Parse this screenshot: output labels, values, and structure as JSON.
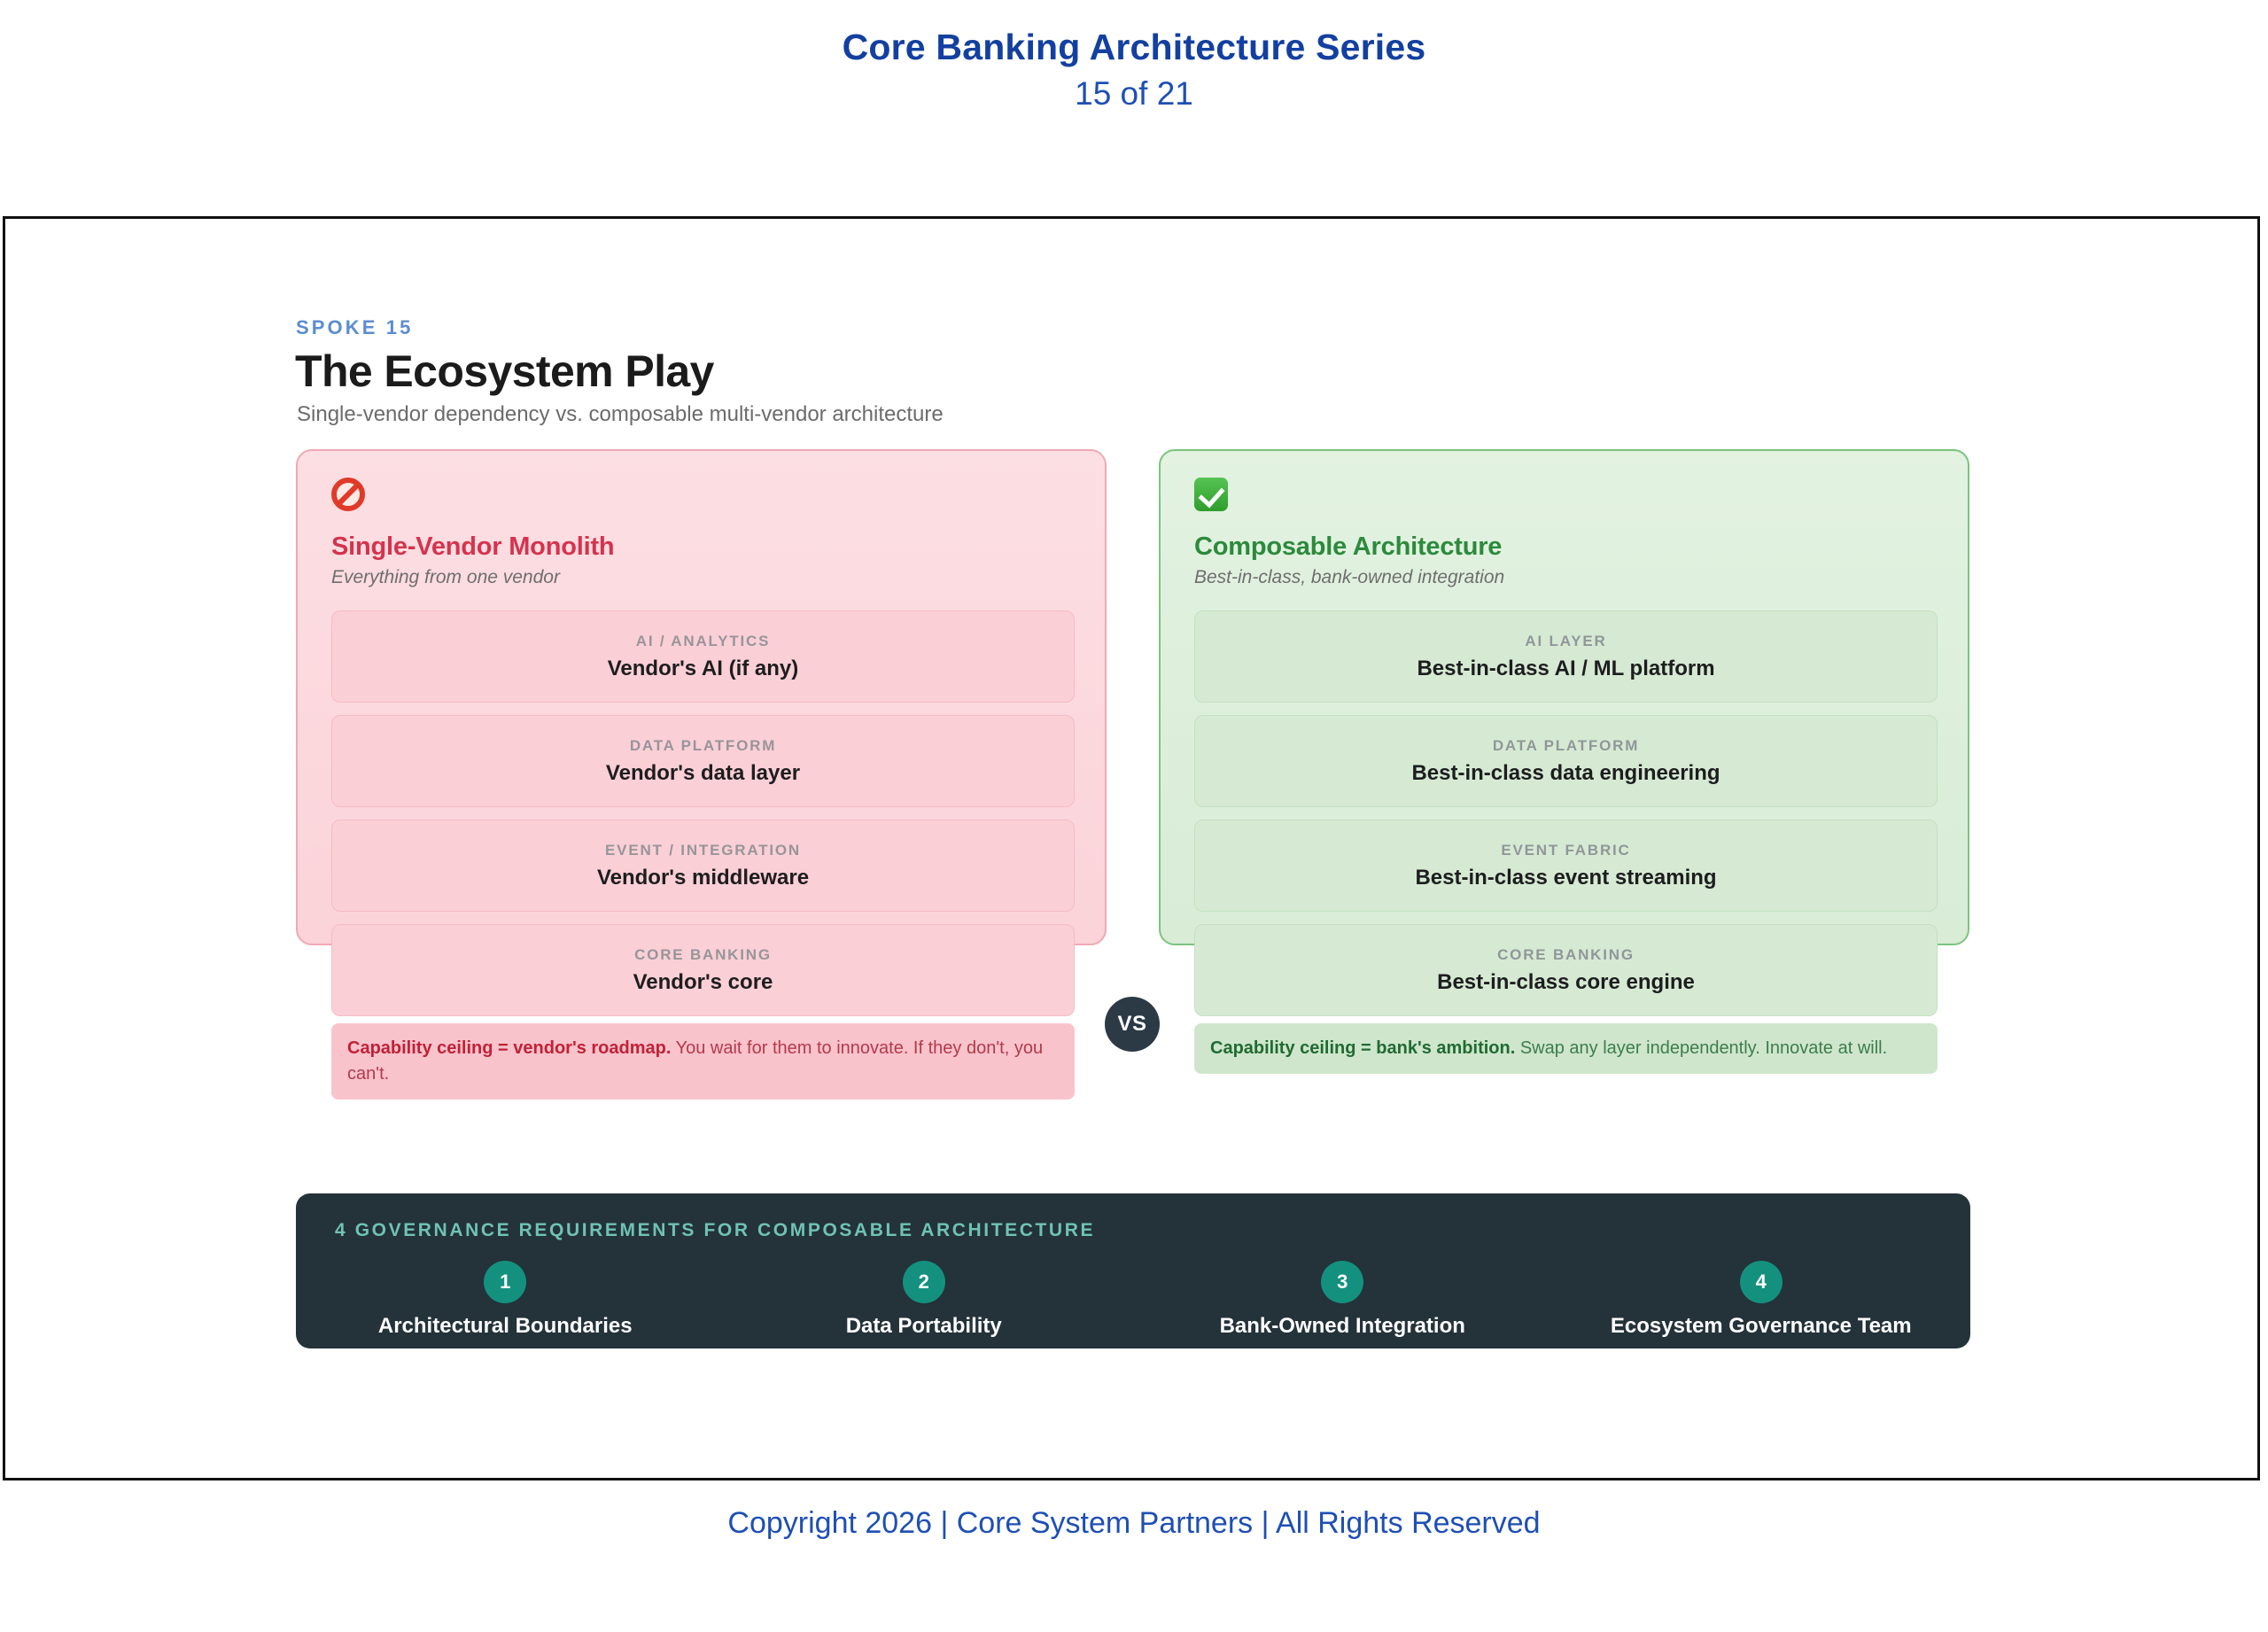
{
  "header": {
    "series_title": "Core Banking Architecture Series",
    "slide_counter": "15 of 21"
  },
  "slide": {
    "eyebrow": "SPOKE 15",
    "title": "The Ecosystem Play",
    "subtitle": "Single-vendor dependency vs. composable multi-vendor architecture",
    "vs_badge": "VS"
  },
  "panels": {
    "bad": {
      "icon": "prohibited-icon",
      "title": "Single-Vendor Monolith",
      "subtitle": "Everything from one vendor",
      "layers": [
        {
          "kicker": "AI / ANALYTICS",
          "label": "Vendor's AI (if any)"
        },
        {
          "kicker": "DATA PLATFORM",
          "label": "Vendor's data layer"
        },
        {
          "kicker": "EVENT / INTEGRATION",
          "label": "Vendor's middleware"
        },
        {
          "kicker": "CORE BANKING",
          "label": "Vendor's core"
        }
      ],
      "callout_strong": "Capability ceiling = vendor's roadmap.",
      "callout_rest": " You wait for them to innovate. If they don't, you can't."
    },
    "good": {
      "icon": "check-mark-icon",
      "title": "Composable Architecture",
      "subtitle": "Best-in-class, bank-owned integration",
      "layers": [
        {
          "kicker": "AI LAYER",
          "label": "Best-in-class AI / ML platform"
        },
        {
          "kicker": "DATA PLATFORM",
          "label": "Best-in-class data engineering"
        },
        {
          "kicker": "EVENT FABRIC",
          "label": "Best-in-class event streaming"
        },
        {
          "kicker": "CORE BANKING",
          "label": "Best-in-class core engine"
        }
      ],
      "callout_strong": "Capability ceiling = bank's ambition.",
      "callout_rest": " Swap any layer independently. Innovate at will."
    }
  },
  "governance": {
    "title": "4 GOVERNANCE REQUIREMENTS FOR COMPOSABLE ARCHITECTURE",
    "items": [
      {
        "num": "1",
        "label": "Architectural Boundaries"
      },
      {
        "num": "2",
        "label": "Data Portability"
      },
      {
        "num": "3",
        "label": "Bank-Owned Integration"
      },
      {
        "num": "4",
        "label": "Ecosystem Governance Team"
      }
    ]
  },
  "footer": {
    "copyright": "Copyright 2026 | Core System Partners | All Rights Reserved"
  },
  "colors": {
    "brand_blue": "#1340a0",
    "bad_red": "#d5334d",
    "good_green": "#2c8a3c",
    "dark_bar": "#24323a",
    "teal_accent": "#14917e"
  }
}
